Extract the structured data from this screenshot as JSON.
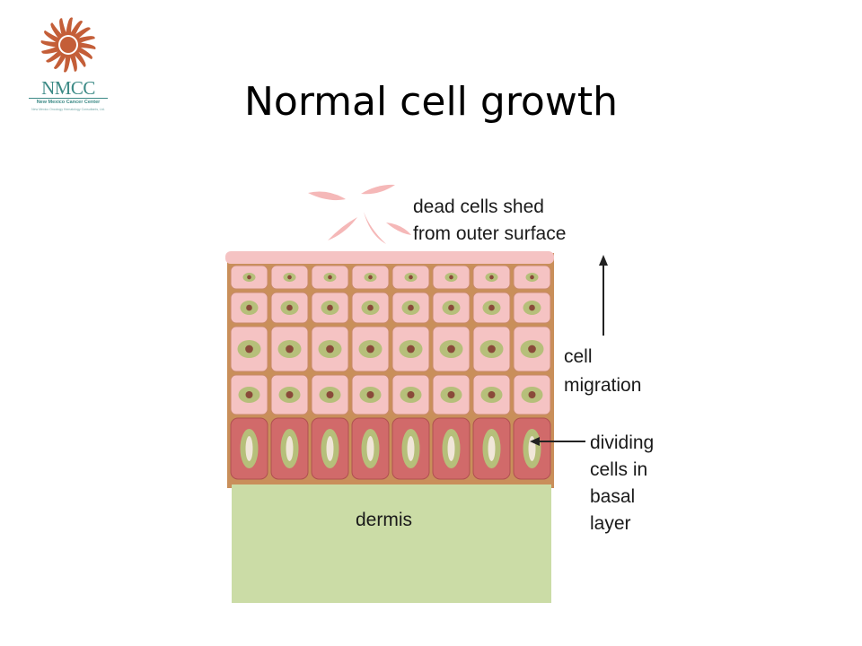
{
  "logo": {
    "abbr": "NMCC",
    "name": "New Mexico Cancer Center",
    "tagline": "New Mexico Oncology Hematology Consultants, Ltd."
  },
  "title": "Normal cell growth",
  "labels": {
    "shed_line1": "dead cells shed",
    "shed_line2": "from outer surface",
    "migration_line1": "cell",
    "migration_line2": "migration",
    "dividing_line1": "dividing",
    "dividing_line2": "cells in",
    "dividing_line3": "basal",
    "dividing_line4": "layer",
    "dermis": "dermis"
  },
  "colors": {
    "cell_pink": "#f5c3c3",
    "cell_border": "#c98a6a",
    "nucleus_green": "#b6bf7a",
    "nucleus_dot": "#8a4a3a",
    "basal_red": "#d16a6a",
    "dermis_green": "#cbdca6",
    "membrane_tan": "#c98f5a"
  }
}
